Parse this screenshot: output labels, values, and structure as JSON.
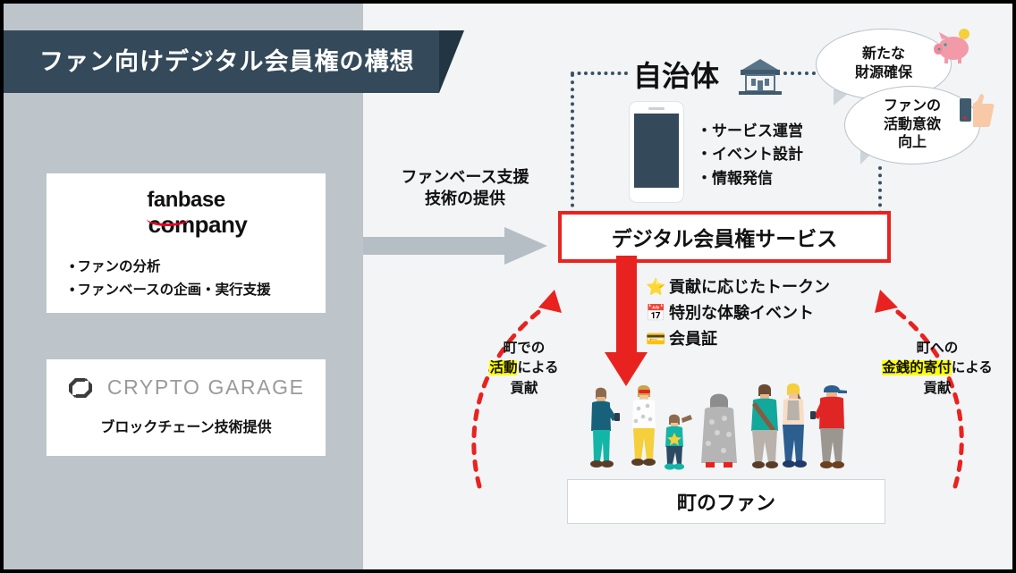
{
  "slide": {
    "title": "ファン向けデジタル会員権の構想",
    "background_panel_color": "#bdc5cb",
    "background_color": "#f2f4f6",
    "ribbon_color": "#34495a"
  },
  "left_column": {
    "fanbase_card": {
      "logo_line1": "fanbase",
      "logo_line2": "company",
      "logo_accent_color": "#e60027",
      "bullets": [
        "ファンの分析",
        "ファンベースの企画・実行支援"
      ]
    },
    "crypto_card": {
      "logo_text": "CRYPTO GARAGE",
      "logo_icon": "crypto-garage-mark-icon",
      "caption": "ブロックチェーン技術提供"
    }
  },
  "connector_arrow": {
    "label_line1": "ファンベース支援",
    "label_line2": "技術の提供",
    "color": "#b6bec5"
  },
  "right_column": {
    "government": {
      "title": "自治体",
      "icon": "government-building-icon",
      "device_icon": "smartphone-icon",
      "bullets": [
        "・サービス運営",
        "・イベント設計",
        "・情報発信"
      ]
    },
    "bubbles": [
      {
        "text_line1": "新たな",
        "text_line2": "財源確保",
        "text_line3": "",
        "icon": "piggy-bank-icon"
      },
      {
        "text_line1": "ファンの",
        "text_line2": "活動意欲",
        "text_line3": "向上",
        "icon": "thumbs-up-icon"
      }
    ],
    "service_box": {
      "label": "デジタル会員権サービス",
      "border_color": "#e8231f"
    },
    "benefits": [
      {
        "icon": "star-icon",
        "glyph": "⭐",
        "label": "貢献に応じたトークン"
      },
      {
        "icon": "calendar-icon",
        "glyph": "📅",
        "label": "特別な体験イベント"
      },
      {
        "icon": "membership-card-icon",
        "glyph": "💳",
        "label": "会員証"
      }
    ],
    "left_flow_label": {
      "line1": "町での",
      "line2_highlight": "活動",
      "line2_rest": "による",
      "line3": "貢献"
    },
    "right_flow_label": {
      "line1": "町への",
      "line2_highlight": "金銭的寄付",
      "line2_rest": "による",
      "line3": "貢献"
    },
    "fans_box": {
      "label": "町のファン",
      "illustration": "group-of-people-illustration"
    },
    "flow_arrow_color": "#e8231f"
  }
}
